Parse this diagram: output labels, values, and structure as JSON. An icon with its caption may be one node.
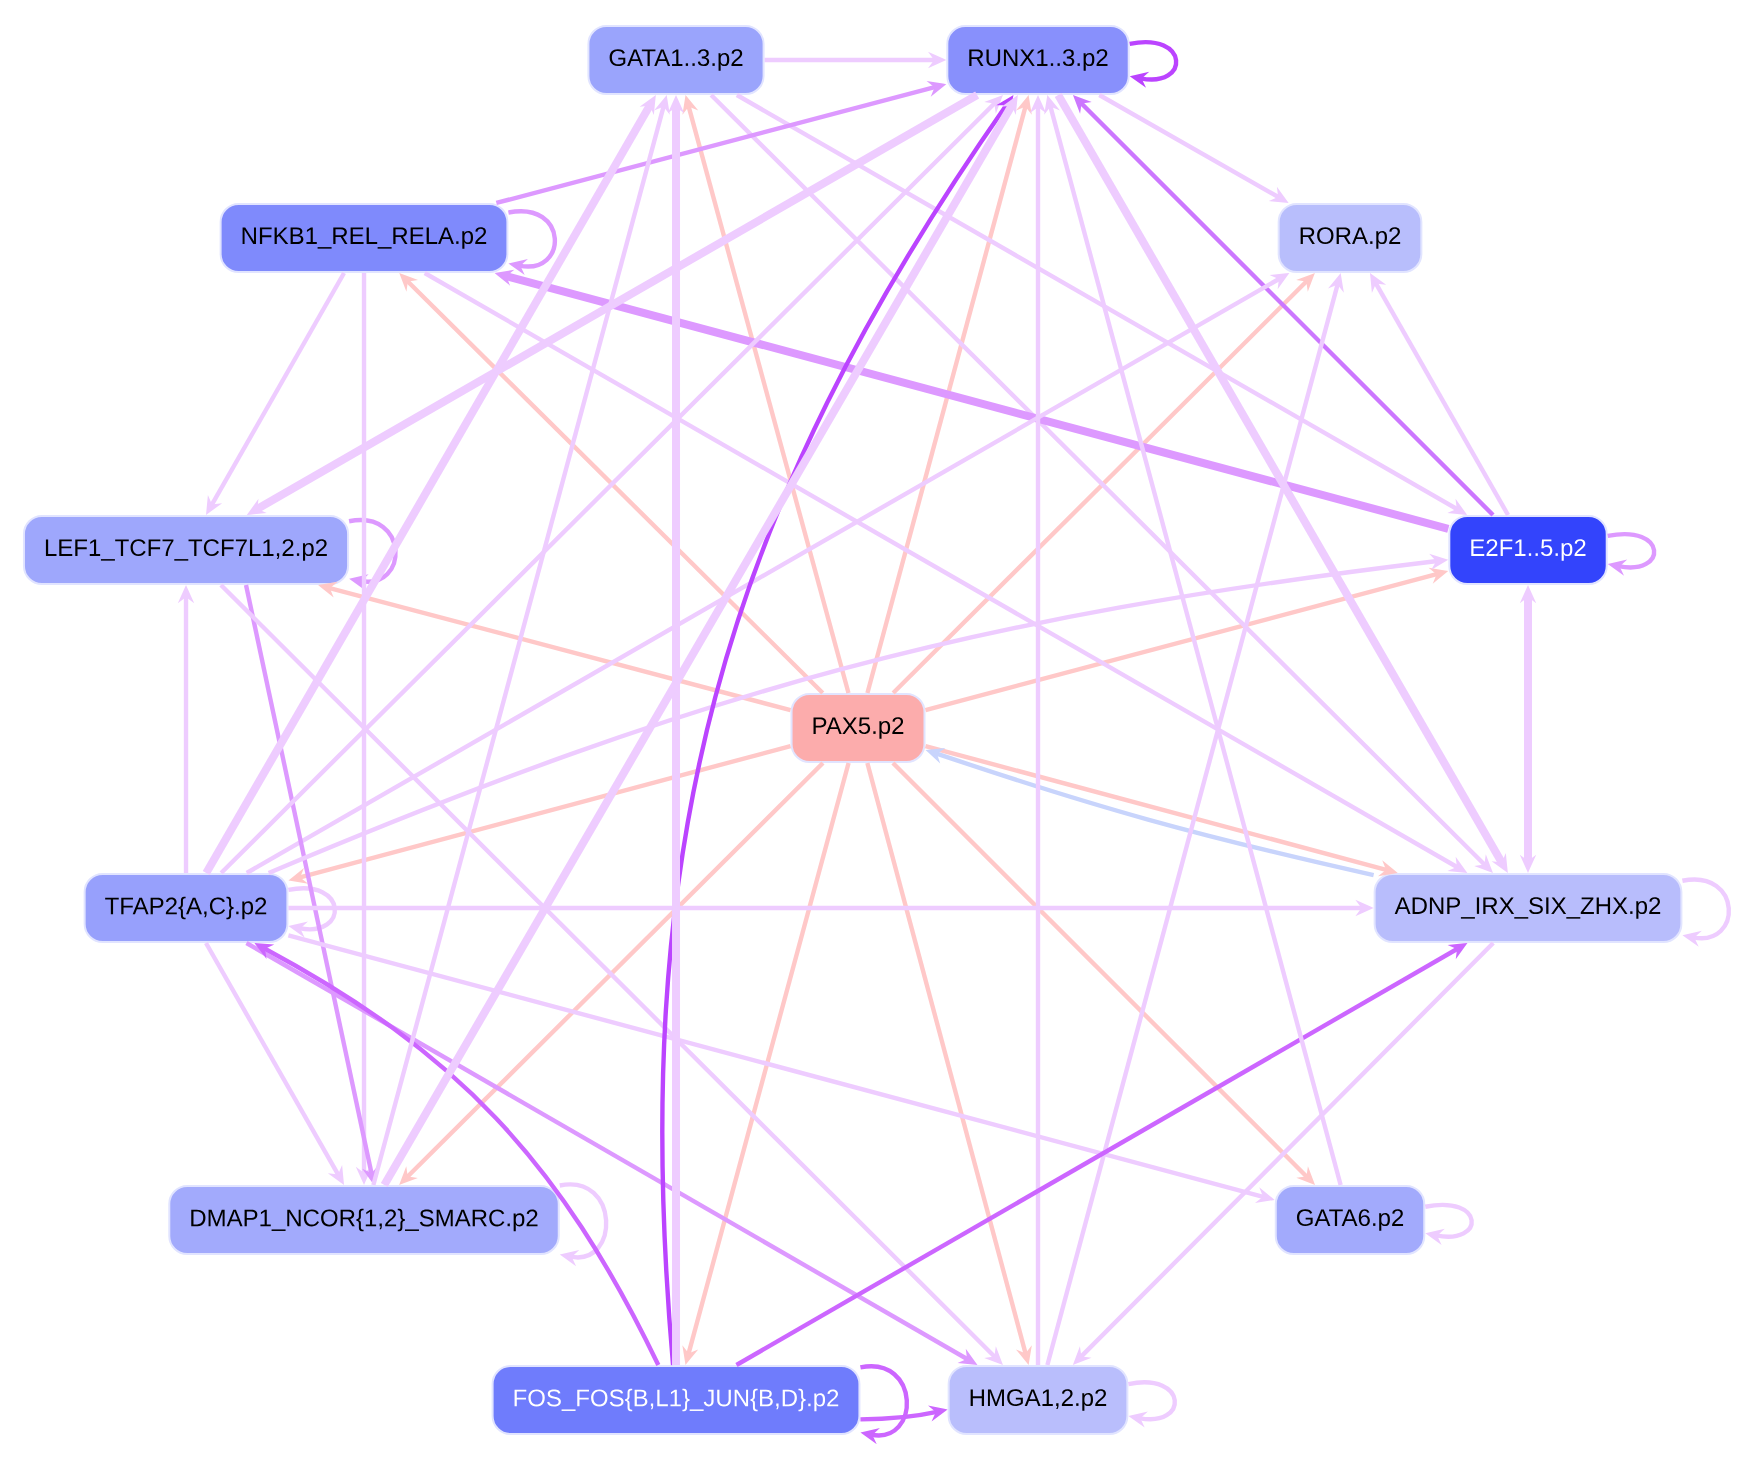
{
  "diagram": {
    "nodes": [
      {
        "text": [
          "GATA1..3.p2"
        ]
      },
      {
        "text": [
          "RUNX1..3.p2"
        ]
      },
      {
        "text": [
          "NFKB1_REL_RELA.p2"
        ]
      },
      {
        "text": [
          "RORA.p2"
        ]
      },
      {
        "text": [
          "LEF1_TCF7_TCF7L1,2.p2"
        ]
      },
      {
        "text": [
          "E2F1..5.p2"
        ]
      },
      {
        "text": [
          "PAX5.p2"
        ]
      },
      {
        "text": [
          "TFAP2{A,C}.p2"
        ]
      },
      {
        "text": [
          "ADNP_IRX_SIX_ZHX.p2"
        ]
      },
      {
        "text": [
          "DMAP1_NCOR{1,2}_SMARC.p2"
        ]
      },
      {
        "text": [
          "GATA6.p2"
        ]
      },
      {
        "text": [
          "FOS_FOS{B,L1}_JUN{B,D}.p2"
        ]
      },
      {
        "text": [
          "HMGA1,2.p2"
        ]
      }
    ],
    "edges": [
      {
        "from": 1,
        "to": 1,
        "arrow": "to",
        "color": "#bb44ff"
      },
      {
        "from": 2,
        "to": 2,
        "arrow": "to",
        "color": "#dd99ff"
      },
      {
        "from": 4,
        "to": 4,
        "arrow": "to",
        "color": "#dd99ff"
      },
      {
        "from": 5,
        "to": 5,
        "arrow": "to",
        "color": "#dd99ff"
      },
      {
        "from": 7,
        "to": 7,
        "arrow": "to"
      },
      {
        "from": 8,
        "to": 8,
        "arrow": "to"
      },
      {
        "from": 9,
        "to": 9,
        "arrow": "to"
      },
      {
        "from": 10,
        "to": 10,
        "arrow": "to"
      },
      {
        "from": 11,
        "to": 11,
        "arrow": "to",
        "color": "#cc66ff"
      },
      {
        "from": 12,
        "to": 12,
        "arrow": "to"
      },
      {
        "from": 6,
        "to": 0,
        "arrow": "to",
        "color": "#ffc8c8"
      },
      {
        "from": 6,
        "to": 1,
        "arrow": "to",
        "color": "#ffc8c8"
      },
      {
        "from": 6,
        "to": 2,
        "arrow": "to",
        "color": "#ffc8c8"
      },
      {
        "from": 6,
        "to": 3,
        "arrow": "to",
        "color": "#ffc8c8"
      },
      {
        "from": 6,
        "to": 4,
        "arrow": "to",
        "color": "#ffc8c8"
      },
      {
        "from": 6,
        "to": 5,
        "arrow": "to",
        "color": "#ffc8c8"
      },
      {
        "from": 6,
        "to": 8,
        "arrow": "to",
        "color": "#ffc8c8"
      },
      {
        "from": 6,
        "to": 7,
        "arrow": "to",
        "color": "#ffc8c8"
      },
      {
        "from": 6,
        "to": 9,
        "arrow": "to",
        "color": "#ffc8c8"
      },
      {
        "from": 6,
        "to": 11,
        "arrow": "to",
        "color": "#ffc8c8"
      },
      {
        "from": 6,
        "to": 12,
        "arrow": "to",
        "color": "#ffc8c8"
      },
      {
        "from": 6,
        "to": 10,
        "arrow": "to",
        "color": "#ffc8c8"
      },
      {
        "from": 8,
        "to": 6,
        "arrow": "to",
        "color": "#c8d4fc"
      },
      {
        "from": 0,
        "to": 1,
        "arrow": "to"
      },
      {
        "from": 0,
        "to": 8,
        "arrow": "to"
      },
      {
        "from": 0,
        "to": 5,
        "arrow": "to"
      },
      {
        "from": 2,
        "to": 1,
        "arrow": "to",
        "color": "#dd99ff"
      },
      {
        "from": 2,
        "to": 4,
        "arrow": "to"
      },
      {
        "from": 2,
        "to": 9,
        "arrow": "to"
      },
      {
        "from": 2,
        "to": 8,
        "arrow": "to"
      },
      {
        "from": 5,
        "to": 2,
        "arrow": "to",
        "style": "thick",
        "color": "#dd99ff"
      },
      {
        "from": 1,
        "to": 3,
        "arrow": "to"
      },
      {
        "from": 1,
        "to": 8,
        "arrow": "to",
        "style": "thick"
      },
      {
        "from": 5,
        "to": 1,
        "arrow": "to",
        "color": "#cc77ff"
      },
      {
        "from": 12,
        "to": 1,
        "arrow": "to"
      },
      {
        "from": 1,
        "to": 4,
        "arrow": "to",
        "style": "thick"
      },
      {
        "from": 5,
        "to": 3,
        "arrow": "to"
      },
      {
        "from": 12,
        "to": 3,
        "arrow": "to"
      },
      {
        "from": 7,
        "to": 3,
        "arrow": "to"
      },
      {
        "from": 7,
        "to": 4,
        "arrow": "to"
      },
      {
        "from": 4,
        "to": 9,
        "arrow": "to",
        "color": "#dd99ff"
      },
      {
        "from": 4,
        "to": 12,
        "arrow": "to"
      },
      {
        "from": 7,
        "to": 8,
        "arrow": "to"
      },
      {
        "from": 7,
        "to": 10,
        "arrow": "to"
      },
      {
        "from": 7,
        "to": 9,
        "arrow": "to"
      },
      {
        "from": 7,
        "to": 12,
        "arrow": "to",
        "color": "#dd99ff"
      },
      {
        "from": 7,
        "to": 0,
        "arrow": "to",
        "style": "thick"
      },
      {
        "from": 7,
        "to": 1,
        "arrow": "to"
      },
      {
        "from": 7,
        "to": 5,
        "arrow": "to"
      },
      {
        "from": 11,
        "to": 1,
        "arrow": "to",
        "color": "#bb44ff"
      },
      {
        "from": 11,
        "to": 7,
        "arrow": "to",
        "color": "#cc66ff"
      },
      {
        "from": 11,
        "to": 8,
        "arrow": "to",
        "color": "#cc66ff"
      },
      {
        "from": 11,
        "to": 0,
        "arrow": "to",
        "style": "thick"
      },
      {
        "from": 11,
        "to": 12,
        "arrow": "to",
        "color": "#cc66ff"
      },
      {
        "from": 9,
        "to": 1,
        "arrow": "to",
        "style": "thick"
      },
      {
        "from": 9,
        "to": 0,
        "arrow": "to"
      },
      {
        "from": 5,
        "to": 8,
        "arrow": "both",
        "style": "thick"
      },
      {
        "from": 8,
        "to": 12,
        "arrow": "to"
      },
      {
        "from": 10,
        "to": 1,
        "arrow": "to"
      }
    ]
  }
}
